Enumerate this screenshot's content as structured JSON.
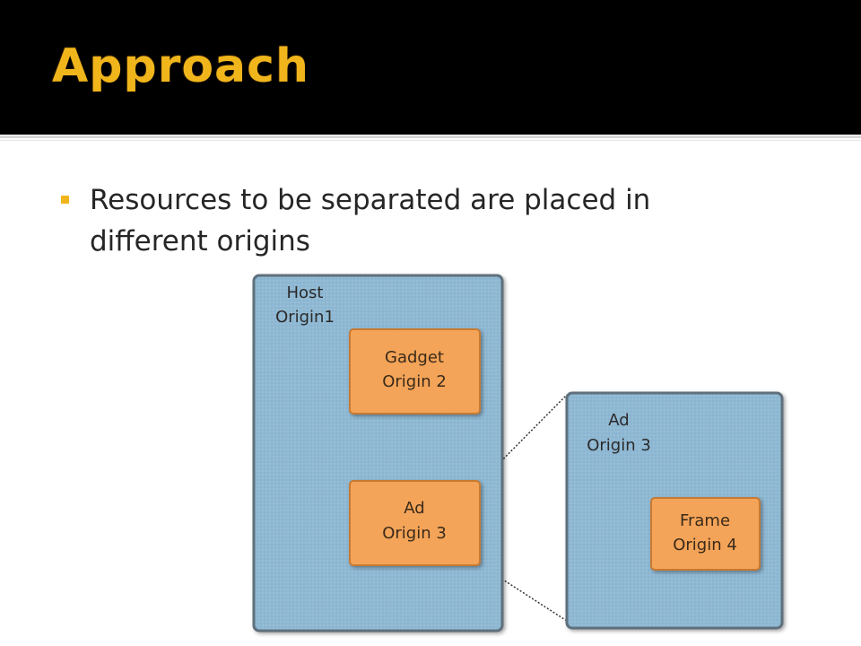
{
  "slide": {
    "title": "Approach",
    "bullet": "Resources to be separated are placed in different origins"
  },
  "diagram": {
    "host": {
      "line1": "Host",
      "line2": "Origin1"
    },
    "gadget": {
      "line1": "Gadget",
      "line2": "Origin 2"
    },
    "ad_inner": {
      "line1": "Ad",
      "line2": "Origin 3"
    },
    "ad_expanded": {
      "line1": "Ad",
      "line2": "Origin 3"
    },
    "frame": {
      "line1": "Frame",
      "line2": "Origin 4"
    }
  },
  "colors": {
    "title_gold": "#f1b51c",
    "container_blue": "#8fb8d3",
    "container_border": "#5f6f7d",
    "inner_orange": "#f4a459",
    "inner_border": "#c77a33"
  }
}
